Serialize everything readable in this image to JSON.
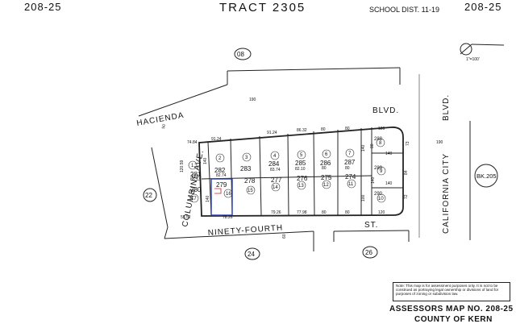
{
  "header": {
    "map_left": "208-25",
    "tract": "TRACT 2305",
    "school_dist": "SCHOOL DIST. 11-19",
    "map_right": "208-25"
  },
  "scale": "1\"=100'",
  "streets": {
    "hacienda": "HACIENDA",
    "blvd": "BLVD.",
    "columbine": "COLUMBINE AVE.",
    "ninety_fourth": "NINETY-FOURTH",
    "st": "ST.",
    "california_city": "CALIFORNIA CITY",
    "cc_blvd": "BLVD."
  },
  "map_refs": {
    "r08": "08",
    "r22": "22",
    "r24": "24",
    "r26": "26",
    "bk": "BK.205"
  },
  "parcels_top": [
    {
      "lot": "1",
      "apn": "281"
    },
    {
      "lot": "2",
      "apn": "282"
    },
    {
      "lot": "3",
      "apn": "283"
    },
    {
      "lot": "4",
      "apn": "284"
    },
    {
      "lot": "5",
      "apn": "285"
    },
    {
      "lot": "6",
      "apn": "286"
    },
    {
      "lot": "7",
      "apn": "287"
    }
  ],
  "parcels_bottom": [
    {
      "lot": "17",
      "apn": "280"
    },
    {
      "lot": "16",
      "apn": "279"
    },
    {
      "lot": "15",
      "apn": "278"
    },
    {
      "lot": "14",
      "apn": "277"
    },
    {
      "lot": "13",
      "apn": "276"
    },
    {
      "lot": "12",
      "apn": "275"
    },
    {
      "lot": "11",
      "apn": "274"
    }
  ],
  "parcels_east": [
    {
      "lot": "8",
      "apn": "288"
    },
    {
      "lot": "9",
      "apn": "289"
    },
    {
      "lot": "10",
      "apn": "290"
    }
  ],
  "dims": {
    "d1": "74.84",
    "d2": "91.24",
    "d3": "91.24",
    "d4": "86.32",
    "d5": "80",
    "d6": "80",
    "d7": "120",
    "d8": "85.13",
    "d9": "82.74",
    "d10": "83.74",
    "d11": "82.10",
    "d12": "80",
    "d13": "80",
    "d14": "55.52",
    "d15": "78.26",
    "d16": "79.26",
    "d17": "77.98",
    "d18": "80",
    "d19": "80",
    "d20": "120",
    "d21": "120.59",
    "d22": "140",
    "d23": "140",
    "d24": "140",
    "d25": "190",
    "d26": "190",
    "d27": "100",
    "d28": "50",
    "d29": "80",
    "d30": "73",
    "d31": "60",
    "d32": "140",
    "d33": "140",
    "d34": "140",
    "d35": "72",
    "d36": "84"
  },
  "note": "Note: This map is for assessment purposes only. It is not to be construed as portraying legal ownership or divisions of land for purposes of zoning or subdivision law.",
  "footer": {
    "line1": "ASSESSORS MAP NO. 208-25",
    "line2": "COUNTY OF KERN"
  }
}
